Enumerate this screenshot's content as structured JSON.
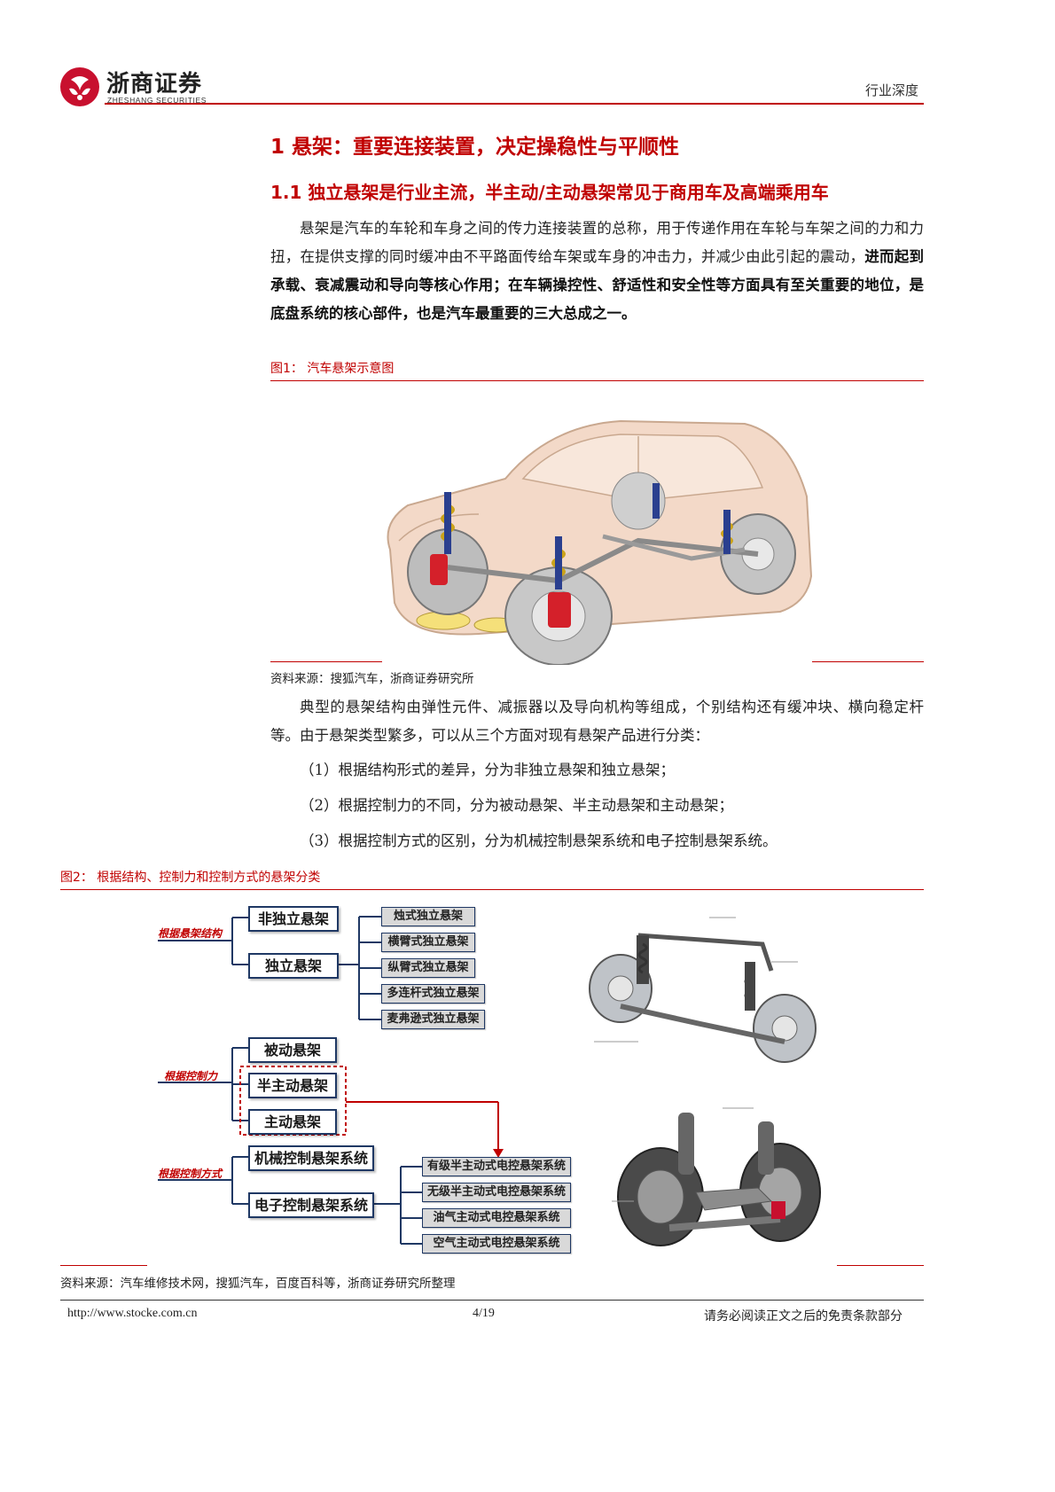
{
  "header": {
    "company_cn": "浙商证券",
    "company_en": "ZHESHANG SECURITIES",
    "doc_type": "行业深度"
  },
  "section1": {
    "title": "1 悬架：重要连接装置，决定操稳性与平顺性"
  },
  "section1_1": {
    "title": "1.1 独立悬架是行业主流，半主动/主动悬架常见于商用车及高端乘用车"
  },
  "para1": {
    "normal": "悬架是汽车的车轮和车身之间的传力连接装置的总称，用于传递作用在车轮与车架之间的力和力扭，在提供支撑的同时缓冲由不平路面传给车架或车身的冲击力，并减少由此引起的震动，",
    "bold": "进而起到承载、衰减震动和导向等核心作用；在车辆操控性、舒适性和安全性等方面具有至关重要的地位，是底盘系统的核心部件，也是汽车最重要的三大总成之一。"
  },
  "figure1": {
    "caption": "图1：  汽车悬架示意图",
    "source": "资料来源：搜狐汽车，浙商证券研究所"
  },
  "para2": {
    "text": "典型的悬架结构由弹性元件、减振器以及导向机构等组成，个别结构还有缓冲块、横向稳定杆等。由于悬架类型繁多，可以从三个方面对现有悬架产品进行分类：",
    "items": [
      "（1）根据结构形式的差异，分为非独立悬架和独立悬架；",
      "（2）根据控制力的不同，分为被动悬架、半主动悬架和主动悬架；",
      "（3）根据控制方式的区别，分为机械控制悬架系统和电子控制悬架系统。"
    ]
  },
  "figure2": {
    "caption": "图2：  根据结构、控制力和控制方式的悬架分类",
    "source": "资料来源：汽车维修技术网，搜狐汽车，百度百科等，浙商证券研究所整理",
    "category_structure": "根据悬架结构",
    "category_force": "根据控制力",
    "category_method": "根据控制方式",
    "structure": [
      "非独立悬架",
      "独立悬架"
    ],
    "independent_types": [
      "烛式独立悬架",
      "横臂式独立悬架",
      "纵臂式独立悬架",
      "多连杆式独立悬架",
      "麦弗逊式独立悬架"
    ],
    "force": [
      "被动悬架",
      "半主动悬架",
      "主动悬架"
    ],
    "method": [
      "机械控制悬架系统",
      "电子控制悬架系统"
    ],
    "electronic_types": [
      "有级半主动式电控悬架系统",
      "无级半主动式电控悬架系统",
      "油气主动式电控悬架系统",
      "空气主动式电控悬架系统"
    ]
  },
  "footer": {
    "url": "http://www.stocke.com.cn",
    "page": "4/19",
    "disclaimer": "请务必阅读正文之后的免责条款部分"
  }
}
